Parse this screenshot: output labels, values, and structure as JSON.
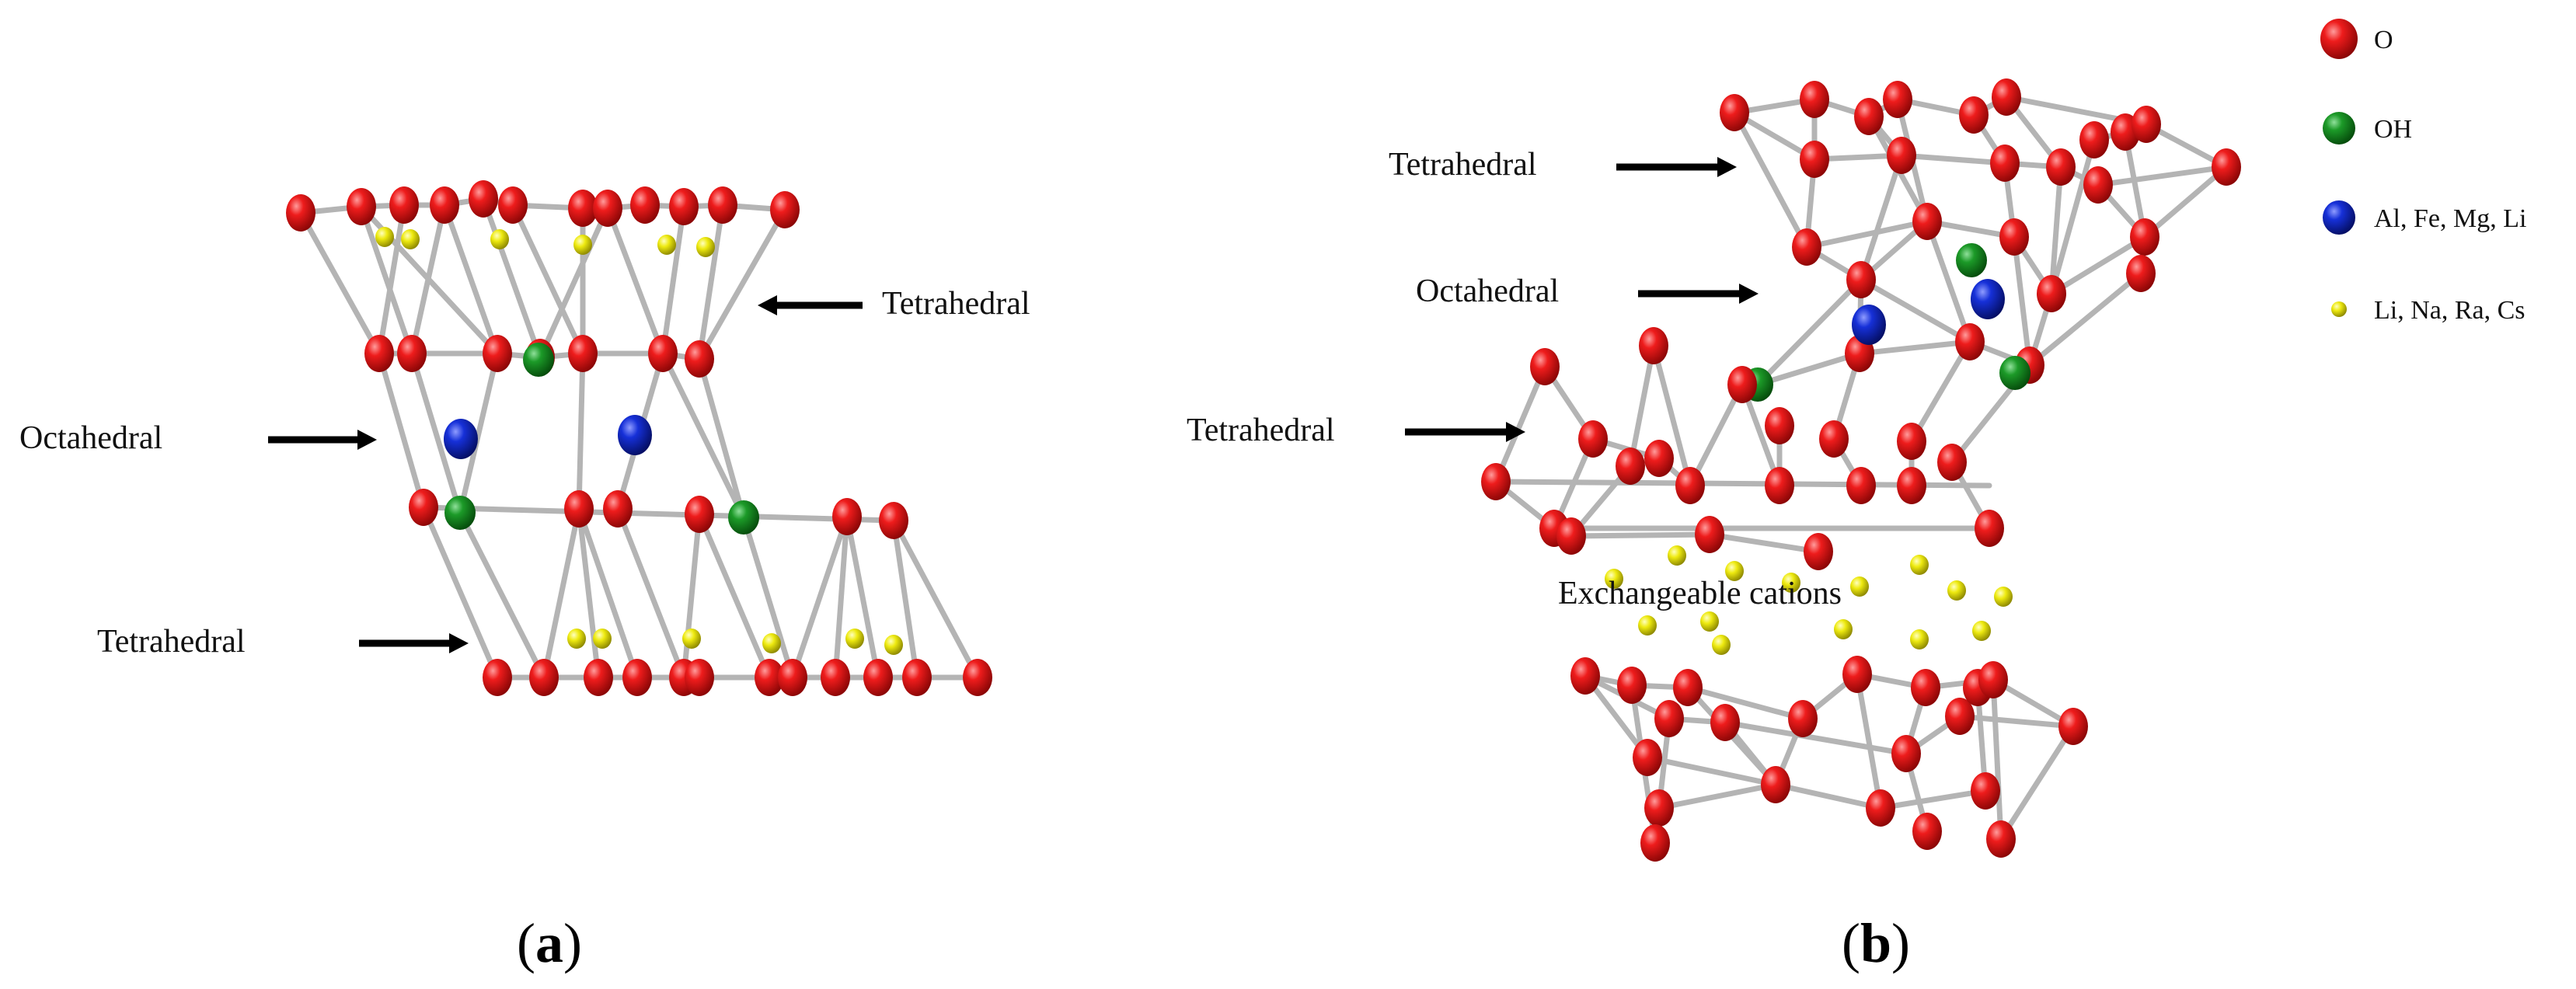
{
  "colors": {
    "oxygen": "#d90f10",
    "hydroxyl": "#148a1e",
    "octahedral_cation": "#0e24c8",
    "exchangeable_cation": "#e3e00c",
    "bond": "#b8b8b8",
    "arrow": "#000000"
  },
  "panel_a": {
    "label": "a",
    "labels": {
      "tetrahedral_top": "Tetrahedral",
      "octahedral": "Octahedral",
      "tetrahedral_bottom": "Tetrahedral"
    }
  },
  "panel_b": {
    "label": "b",
    "labels": {
      "tetrahedral_top": "Tetrahedral",
      "octahedral": "Octahedral",
      "tetrahedral_bottom": "Tetrahedral",
      "interlayer": "Exchangeable cations"
    }
  },
  "legend": {
    "items": [
      {
        "label": "O",
        "color": "#d90f10",
        "kind": "large"
      },
      {
        "label": "OH",
        "color": "#148a1e",
        "kind": "large"
      },
      {
        "label": "Al, Fe, Mg, Li",
        "color": "#0e24c8",
        "kind": "large"
      },
      {
        "label": "Li, Na, Ra, Cs",
        "color": "#e3e00c",
        "kind": "small"
      }
    ]
  }
}
